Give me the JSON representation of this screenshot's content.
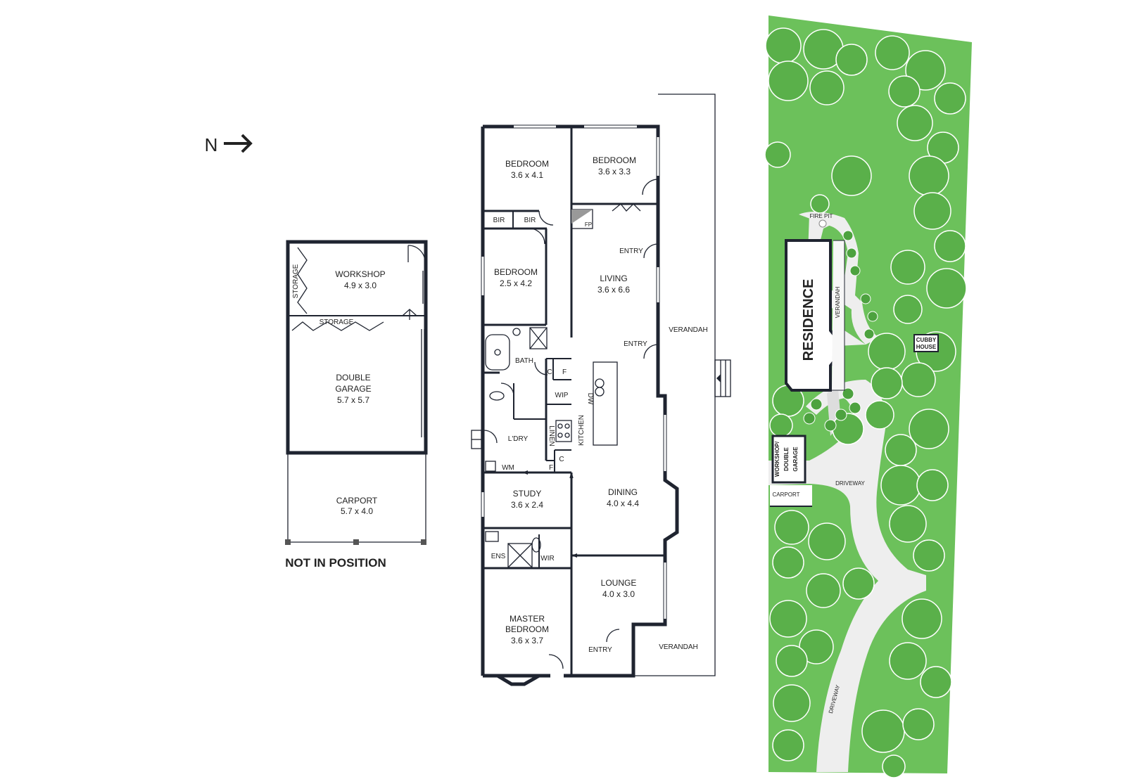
{
  "compass": {
    "label": "N"
  },
  "outbuilding": {
    "workshop": {
      "name": "WORKSHOP",
      "size": "4.9 x 3.0"
    },
    "storage_vertical": "STORAGE",
    "storage_horizontal": "STORAGE",
    "garage": {
      "name_line1": "DOUBLE",
      "name_line2": "GARAGE",
      "size": "5.7 x 5.7"
    },
    "carport": {
      "name": "CARPORT",
      "size": "5.7 x 4.0"
    },
    "note": "NOT IN POSITION"
  },
  "house": {
    "bedroom_a": {
      "name": "BEDROOM",
      "size": "3.6 x 4.1"
    },
    "bedroom_b": {
      "name": "BEDROOM",
      "size": "3.6 x 3.3"
    },
    "bedroom_c": {
      "name": "BEDROOM",
      "size": "2.5 x 4.2"
    },
    "bir1": "BIR",
    "bir2": "BIR",
    "fp": "FP",
    "entry_top": "ENTRY",
    "living": {
      "name": "LIVING",
      "size": "3.6 x 6.6"
    },
    "entry_mid": "ENTRY",
    "verandah_right": "VERANDAH",
    "bath": "BATH",
    "c1": "C",
    "f1": "F",
    "wip": "WIP",
    "dw": "DW",
    "kitchen": "KITCHEN",
    "linen": "LINEN",
    "ldry": "L'DRY",
    "c2": "C",
    "f2": "F",
    "wm": "WM",
    "study": {
      "name": "STUDY",
      "size": "3.6 x 2.4"
    },
    "dining": {
      "name": "DINING",
      "size": "4.0 x 4.4"
    },
    "ens": "ENS",
    "wir": "WIR",
    "lounge": {
      "name": "LOUNGE",
      "size": "4.0 x 3.0"
    },
    "master": {
      "name_line1": "MASTER",
      "name_line2": "BEDROOM",
      "size": "3.6 x 3.7"
    },
    "entry_bottom": "ENTRY",
    "verandah_bottom": "VERANDAH"
  },
  "site": {
    "fire_pit": "FIRE PIT",
    "residence": "RESIDENCE",
    "verandah": "VERANDAH",
    "cubby_line1": "CUBBY",
    "cubby_line2": "HOUSE",
    "workshop_line1": "WORKSHOP/",
    "workshop_line2": "DOUBLE",
    "workshop_line3": "GARAGE",
    "carport": "CARPORT",
    "driveway_top": "DRIVEWAY",
    "driveway_bottom": "DRIVEWAY"
  },
  "colors": {
    "wall": "#1f2430",
    "lawn": "#6cc15b",
    "tree": "#5ab04a",
    "path": "#e6e6e6"
  }
}
